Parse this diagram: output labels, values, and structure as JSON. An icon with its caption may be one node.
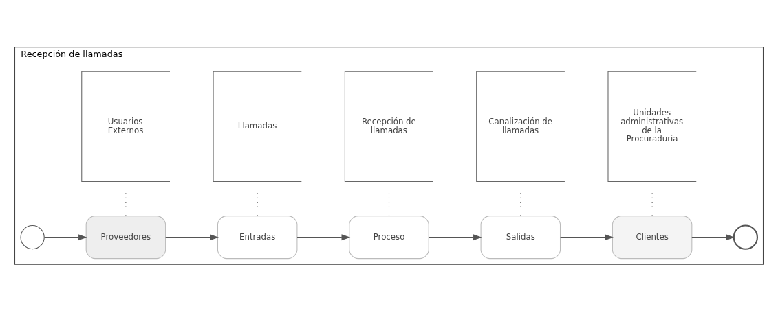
{
  "diagram": {
    "nodes": [
      {
        "text": [
          "Recepción de llamadas"
        ]
      },
      {
        "text": [],
        "shape": "circle",
        "in": 0
      },
      {
        "text": [
          "Proveedores"
        ],
        "in": 0
      },
      {
        "text": [
          "Entradas"
        ],
        "in": 0
      },
      {
        "text": [
          "Proceso"
        ],
        "in": 0
      },
      {
        "text": [
          "Salidas"
        ],
        "in": 0
      },
      {
        "text": [
          "Clientes"
        ],
        "in": 0
      },
      {
        "text": [],
        "shape": "circle",
        "in": 0
      },
      {
        "text": [
          "Usuarios Externos"
        ],
        "in": 0
      },
      {
        "text": [
          "Llamadas"
        ],
        "in": 0
      },
      {
        "text": [
          "Recepción de llamadas"
        ],
        "in": 0
      },
      {
        "text": [
          "Canalización de llamadas"
        ],
        "in": 0
      },
      {
        "text": [
          "Unidades administrativas de la Procuraduria"
        ],
        "in": 0
      }
    ],
    "edges": [
      {
        "from": 1,
        "to": 2,
        "arrow": "to"
      },
      {
        "from": 2,
        "to": 3,
        "arrow": "to"
      },
      {
        "from": 3,
        "to": 4,
        "arrow": "to"
      },
      {
        "from": 4,
        "to": 5,
        "arrow": "to"
      },
      {
        "from": 5,
        "to": 6,
        "arrow": "to"
      },
      {
        "from": 6,
        "to": 7,
        "arrow": "to"
      },
      {
        "from": 2,
        "to": 8,
        "arrow": "none",
        "style": "dashed"
      },
      {
        "from": 3,
        "to": 9,
        "arrow": "none",
        "style": "dashed"
      },
      {
        "from": 4,
        "to": 10,
        "arrow": "none",
        "style": "dashed"
      },
      {
        "from": 5,
        "to": 11,
        "arrow": "none",
        "style": "dashed"
      },
      {
        "from": 6,
        "to": 12,
        "arrow": "none",
        "style": "dashed"
      }
    ]
  }
}
